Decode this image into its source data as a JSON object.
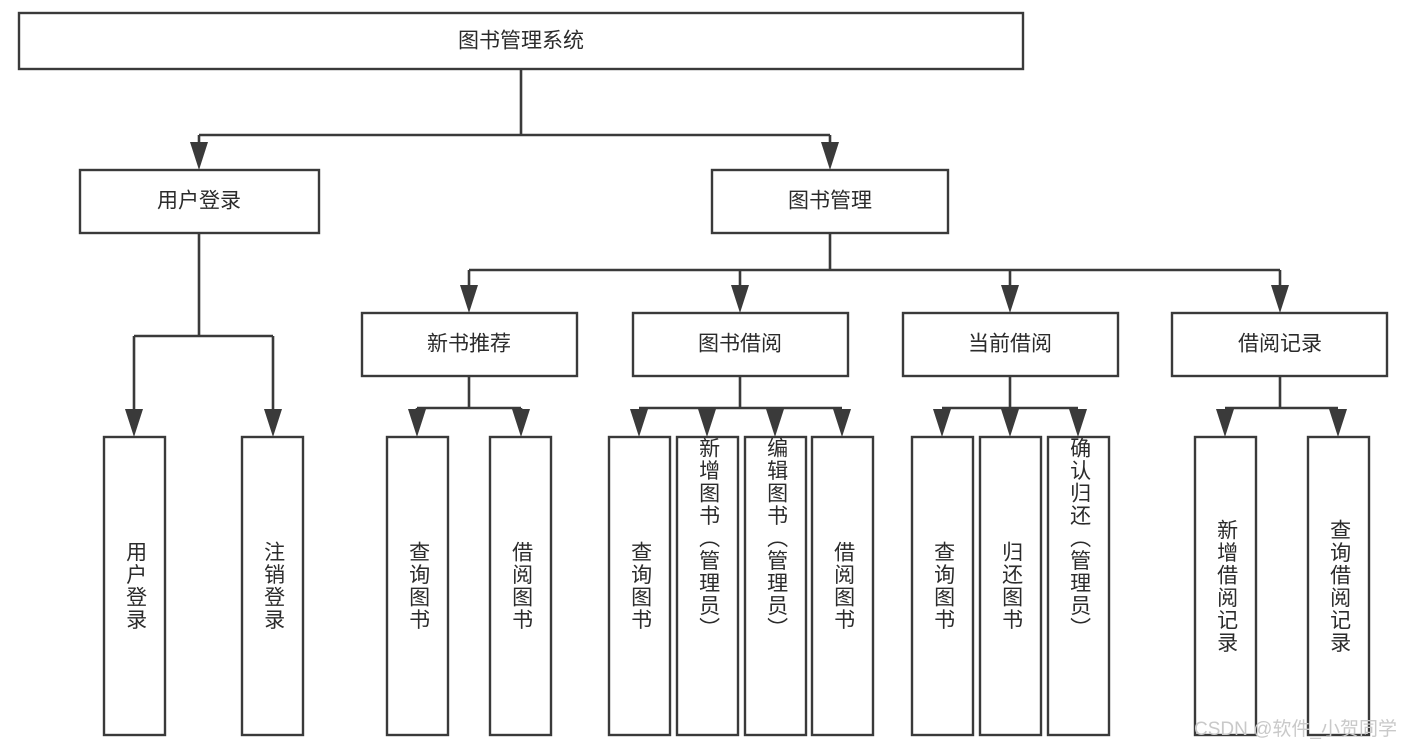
{
  "diagram": {
    "type": "tree",
    "title": "图书管理系统",
    "watermark": "CSDN @软件_小贺同学",
    "colors": {
      "stroke": "#3a3a3a",
      "box_fill": "#ffffff",
      "text": "#2b2b2b",
      "background": "#ffffff",
      "watermark": "#c9c9c9"
    },
    "levels": {
      "root": {
        "label": "图书管理系统"
      },
      "level2": [
        {
          "label": "用户登录"
        },
        {
          "label": "图书管理"
        }
      ],
      "level3": [
        {
          "label": "新书推荐"
        },
        {
          "label": "图书借阅"
        },
        {
          "label": "当前借阅"
        },
        {
          "label": "借阅记录"
        }
      ],
      "leaves": {
        "user_login": [
          {
            "label": "用户登录"
          },
          {
            "label": "注销登录"
          }
        ],
        "new_book_recommend": [
          {
            "label": "查询图书"
          },
          {
            "label": "借阅图书"
          }
        ],
        "book_borrow": [
          {
            "label": "查询图书"
          },
          {
            "label": "新增图书（管理员）"
          },
          {
            "label": "编辑图书（管理员）"
          },
          {
            "label": "借阅图书"
          }
        ],
        "current_borrow": [
          {
            "label": "查询图书"
          },
          {
            "label": "归还图书"
          },
          {
            "label": "确认归还（管理员）"
          }
        ],
        "borrow_record": [
          {
            "label": "新增借阅记录"
          },
          {
            "label": "查询借阅记录"
          }
        ]
      }
    }
  }
}
